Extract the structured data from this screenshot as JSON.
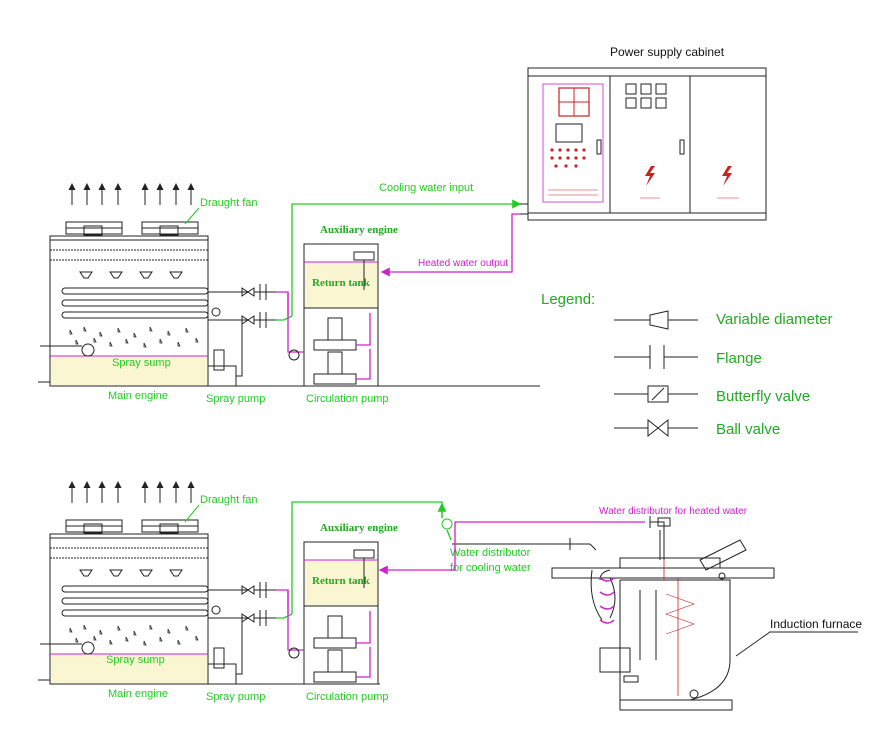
{
  "cabinet": {
    "title": "Power supply cabinet"
  },
  "top": {
    "draught_fan": "Draught fan",
    "cooling_input": "Cooling water input",
    "auxiliary_engine": "Auxiliary engine",
    "heated_output": "Heated water output",
    "return_tank": "Return tank",
    "spray_sump": "Spray sump",
    "main_engine": "Main engine",
    "spray_pump": "Spray pump",
    "circulation_pump": "Circulation pump"
  },
  "legend": {
    "title": "Legend:",
    "items": [
      "Variable diameter",
      "Flange",
      "Butterfly valve",
      "Ball valve"
    ]
  },
  "bottom": {
    "draught_fan": "Draught fan",
    "auxiliary_engine": "Auxiliary engine",
    "return_tank": "Return tank",
    "spray_sump": "Spray sump",
    "main_engine": "Main engine",
    "spray_pump": "Spray pump",
    "circulation_pump": "Circulation pump",
    "distributor_heated": "Water distributor for heated water",
    "distributor_cooling_1": "Water distributor",
    "distributor_cooling_2": "for cooling water",
    "induction_furnace": "Induction furnace"
  },
  "colors": {
    "cooling_line": "#22cc22",
    "heated_line": "#d020d0",
    "outline": "#222222",
    "sump_fill": "#fbf6d2",
    "cabinet_red": "#cc2222"
  }
}
